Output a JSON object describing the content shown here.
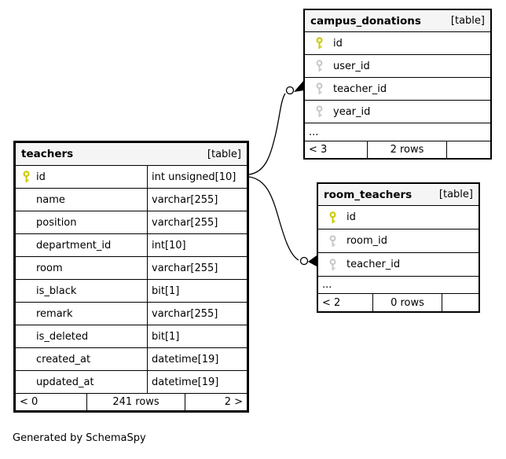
{
  "diagram": {
    "generated_by": "Generated by SchemaSpy"
  },
  "colors": {
    "header_bg": "#f5f5f5",
    "primary_key_icon": "#cbcb00",
    "foreign_key_icon": "#c9c9c9",
    "line": "#000000"
  },
  "tables": {
    "teachers": {
      "name": "teachers",
      "type_label": "[table]",
      "columns": [
        {
          "name": "id",
          "type": "int unsigned[10]",
          "key": "primary"
        },
        {
          "name": "name",
          "type": "varchar[255]",
          "key": ""
        },
        {
          "name": "position",
          "type": "varchar[255]",
          "key": ""
        },
        {
          "name": "department_id",
          "type": "int[10]",
          "key": ""
        },
        {
          "name": "room",
          "type": "varchar[255]",
          "key": ""
        },
        {
          "name": "is_black",
          "type": "bit[1]",
          "key": ""
        },
        {
          "name": "remark",
          "type": "varchar[255]",
          "key": ""
        },
        {
          "name": "is_deleted",
          "type": "bit[1]",
          "key": ""
        },
        {
          "name": "created_at",
          "type": "datetime[19]",
          "key": ""
        },
        {
          "name": "updated_at",
          "type": "datetime[19]",
          "key": ""
        }
      ],
      "footer": {
        "left": "< 0",
        "center": "241 rows",
        "right": "2 >"
      }
    },
    "campus_donations": {
      "name": "campus_donations",
      "type_label": "[table]",
      "columns": [
        {
          "name": "id",
          "key": "primary"
        },
        {
          "name": "user_id",
          "key": "foreign"
        },
        {
          "name": "teacher_id",
          "key": "foreign"
        },
        {
          "name": "year_id",
          "key": "foreign"
        }
      ],
      "ellipsis": "...",
      "footer": {
        "left": "< 3",
        "center": "2 rows",
        "right": ""
      }
    },
    "room_teachers": {
      "name": "room_teachers",
      "type_label": "[table]",
      "columns": [
        {
          "name": "id",
          "key": "primary"
        },
        {
          "name": "room_id",
          "key": "foreign"
        },
        {
          "name": "teacher_id",
          "key": "foreign"
        }
      ],
      "ellipsis": "...",
      "footer": {
        "left": "< 2",
        "center": "0 rows",
        "right": ""
      }
    }
  },
  "relationships": [
    {
      "from": "teachers.id",
      "to": "campus_donations.teacher_id"
    },
    {
      "from": "teachers.id",
      "to": "room_teachers.teacher_id"
    }
  ]
}
